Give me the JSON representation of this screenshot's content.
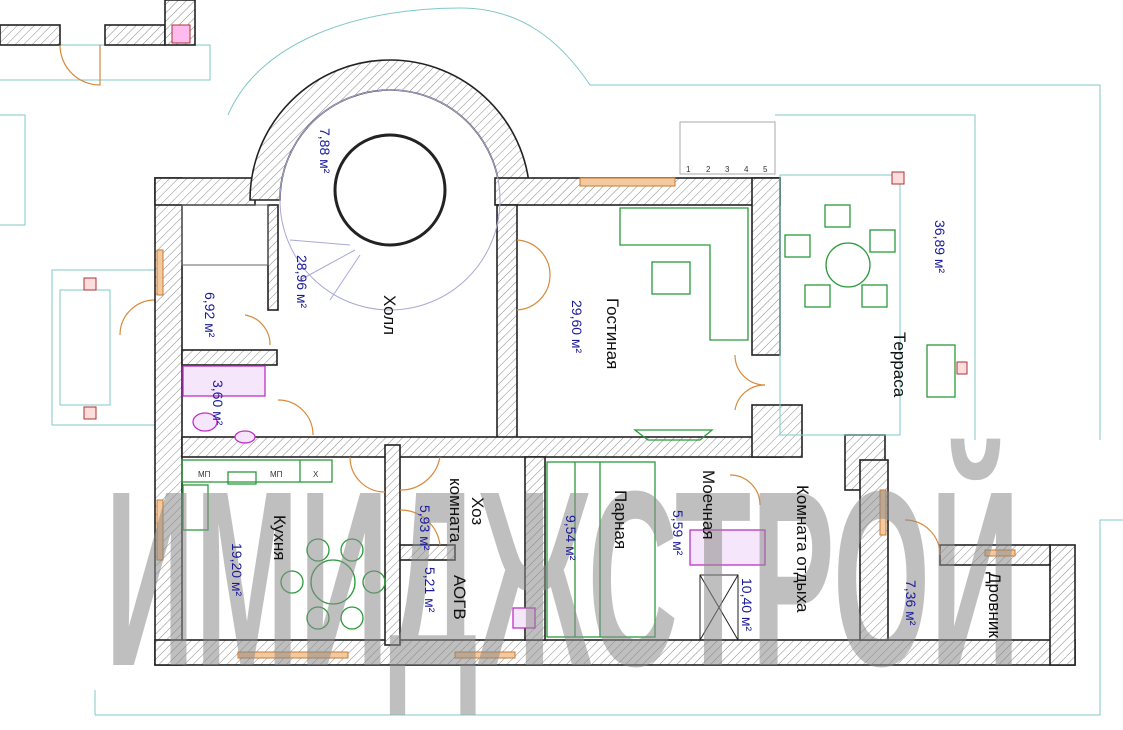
{
  "rooms": {
    "hall": {
      "name": "Холл",
      "area": "28,96 м²"
    },
    "stair": {
      "area": "7,88 м²"
    },
    "vestibule": {
      "area": "6,92 м²"
    },
    "bathroom": {
      "area": "3,60 м²"
    },
    "living": {
      "name": "Гостиная",
      "area": "29,60 м²"
    },
    "kitchen": {
      "name": "Кухня",
      "area": "19,20 м²"
    },
    "utility": {
      "name_1": "Хоз",
      "name_2": "комната",
      "area": "5,93 м²"
    },
    "boiler": {
      "name": "АОГВ",
      "area": "5,21 м²"
    },
    "steam": {
      "name": "Парная",
      "area": "9,54 м²"
    },
    "wash": {
      "name": "Моечная",
      "area": "5,59 м²"
    },
    "rest": {
      "name": "Комната отдыха",
      "area": "10,40 м²"
    },
    "woodshed_hall": {
      "area": "7,36 м²"
    },
    "woodshed": {
      "name": "Дровник"
    },
    "terrace": {
      "name": "Терраса",
      "area": "36,89 м²"
    }
  },
  "kitchen_labels": [
    "МП",
    "МП",
    "Х"
  ],
  "stair_steps": [
    "1",
    "2",
    "3",
    "4",
    "5"
  ],
  "watermark": "ИМИДЖСТРОЙ"
}
